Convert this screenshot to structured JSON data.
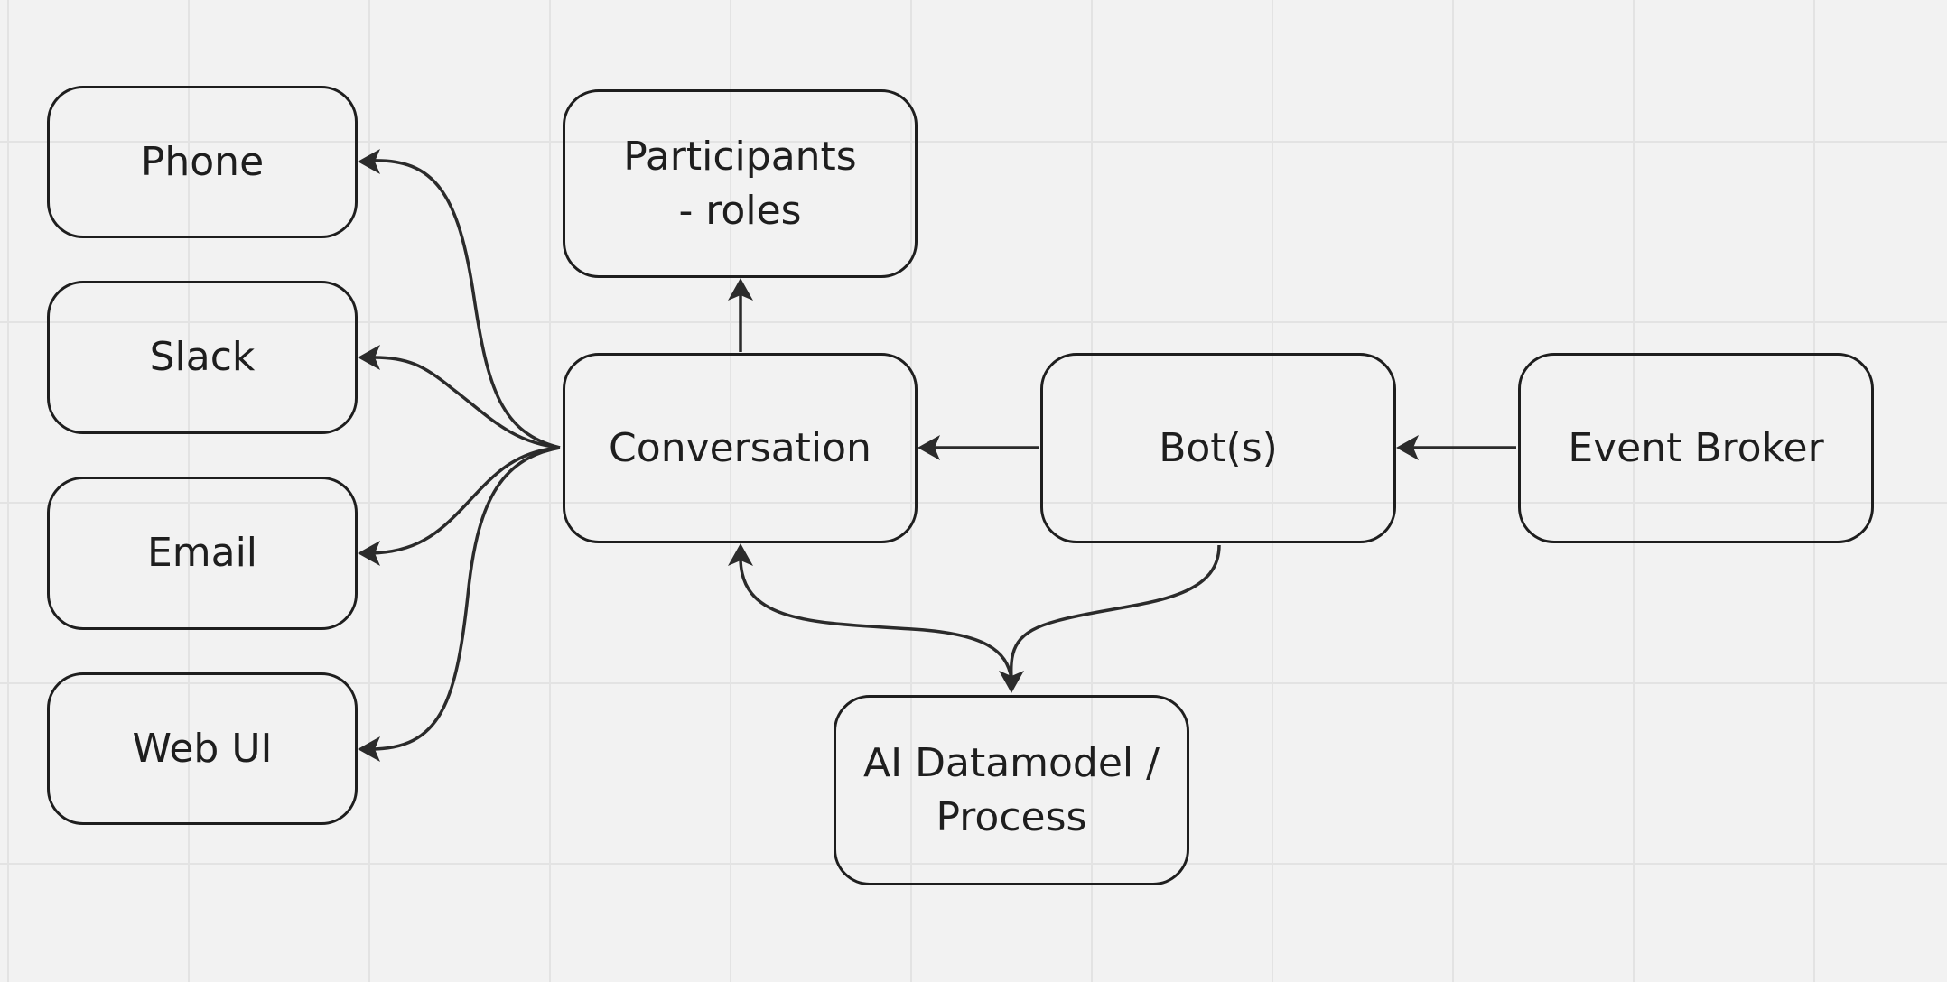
{
  "diagram": {
    "nodes": {
      "phone": "Phone",
      "slack": "Slack",
      "email": "Email",
      "web_ui": "Web UI",
      "participants": "Participants\n- roles",
      "conversation": "Conversation",
      "bots": "Bot(s)",
      "event_broker": "Event Broker",
      "ai_datamodel": "AI Datamodel /\nProcess"
    },
    "edges": [
      {
        "from": "Conversation",
        "to": "Phone"
      },
      {
        "from": "Conversation",
        "to": "Slack"
      },
      {
        "from": "Conversation",
        "to": "Email"
      },
      {
        "from": "Conversation",
        "to": "Web UI"
      },
      {
        "from": "Conversation",
        "to": "Participants - roles"
      },
      {
        "from": "Bot(s)",
        "to": "Conversation"
      },
      {
        "from": "Event Broker",
        "to": "Bot(s)"
      },
      {
        "from": "Bot(s)",
        "to": "AI Datamodel / Process"
      },
      {
        "from": "AI Datamodel / Process",
        "to": "Conversation",
        "bidirectional": true
      }
    ],
    "colors": {
      "background": "#f2f2f2",
      "grid": "#e3e3e3",
      "stroke": "#1e1e1e"
    }
  }
}
